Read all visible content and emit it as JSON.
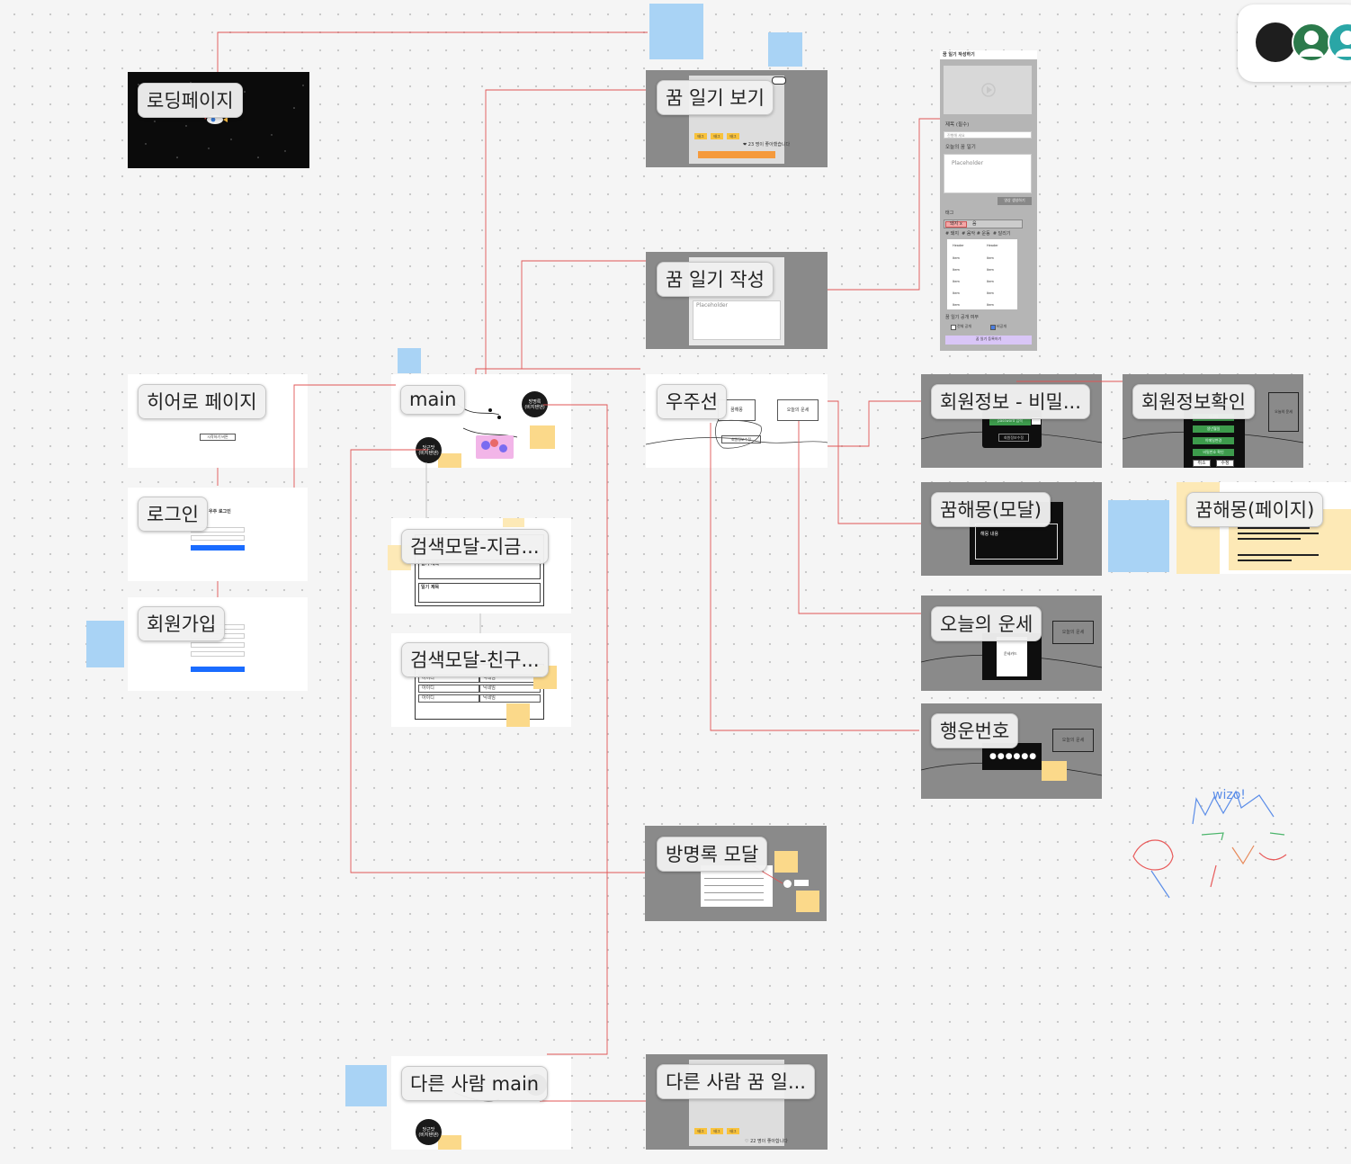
{
  "frames": {
    "loading": "로딩페이지",
    "dream_view": "꿈 일기 보기",
    "dream_write": "꿈 일기 작성",
    "hero": "히어로 페이지",
    "main": "main",
    "spaceship": "우주선",
    "member_pw": "회원정보 - 비밀...",
    "member_check": "회원정보확인",
    "login": "로그인",
    "dream_modal": "꿈해몽(모달)",
    "dream_page": "꿈해몽(페이지)",
    "signup": "회원가입",
    "search_now": "검색모달-지금...",
    "fortune": "오늘의 운세",
    "search_friend": "검색모달-친구...",
    "lucky": "행운번호",
    "guestbook": "방명록 모달",
    "other_main": "다른 사람 main",
    "other_dream": "다른 사람 꿈 일..."
  },
  "write_panel": {
    "title": "꿈 일기 작성하기",
    "subject_label": "제목 (필수)",
    "subject_placeholder": "진행해 세요",
    "today_label": "오늘의 꿈 일기",
    "textarea_placeholder": "Placeholder",
    "gen_button": "영상 생성하기",
    "tag_label": "태그",
    "tag_chip": "돼지 x",
    "tag_input": "음",
    "tag_suggestions": "# 돼지  # 음악 # 운동  # 달리기",
    "table_header": [
      "Header",
      "Header"
    ],
    "table_rows": [
      [
        "Item",
        "Item"
      ],
      [
        "Item",
        "Item"
      ],
      [
        "Item",
        "Item"
      ],
      [
        "Item",
        "Item"
      ],
      [
        "Item",
        "Item"
      ]
    ],
    "public_label": "꿈 일기 공개 여부",
    "opt_public": "전체 공개",
    "opt_private": "비공개",
    "submit": "꿈 일기 등록하기"
  },
  "minis": {
    "write_placeholder": "Placeholder",
    "hero_start": "시작하기 버튼",
    "login_title": "우주 로그인",
    "main_circle_right": "방명록\n(비지텐덴)",
    "main_circle_left": "당근맛\n(비지텐덴)",
    "other_circle": "당근맛\n(비지텐덴)",
    "spaceship_left": "꿈해몽",
    "spaceship_right": "오늘의 운세",
    "spaceship_center": "회원정보수정",
    "pw_button": "password 입력",
    "pw_confirm": "회원정보수정",
    "member_check_items": [
      "닉네임",
      "생년월일",
      "이메일변경",
      "비밀번호 확인"
    ],
    "member_check_btns": [
      "취소",
      "수정"
    ],
    "dream_modal_text": "해몽 내용",
    "fortune_card": "운세카드",
    "lucky_balls": "●●●●●●",
    "search_row_title": "일기 제목",
    "friend_rows": [
      [
        "아이디",
        "닉네임"
      ],
      [
        "아이디",
        "닉네임"
      ],
      [
        "아이디",
        "닉네임"
      ]
    ],
    "view_likes": "❤ 23 명이 좋아했습니다",
    "other_likes": "♡ 22 명이 좋아합니다",
    "doodle": "wizo!"
  },
  "colors": {
    "wire": "#e05555",
    "sticky_blue": "#a9d3f5",
    "sticky_yellow": "#fbd98a",
    "gray_frame": "#8a8a8a"
  }
}
